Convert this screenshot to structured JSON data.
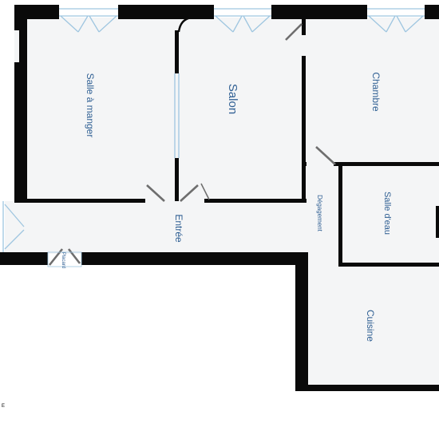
{
  "colors": {
    "wall": "#0a0a0a",
    "floor": "#f4f5f6",
    "background": "#ffffff",
    "label": "#2f5f93",
    "window": "#9fc6e0",
    "door": "#6e6e6e"
  },
  "rooms": {
    "salle_a_manger": "Salle à manger",
    "salon": "Salon",
    "chambre": "Chambre",
    "salle_deau": "Salle d'eau",
    "entree": "Entrée",
    "degagement": "Dégagement",
    "placard": "Placard",
    "cuisine": "Cuisine"
  },
  "corner_mark": "E"
}
